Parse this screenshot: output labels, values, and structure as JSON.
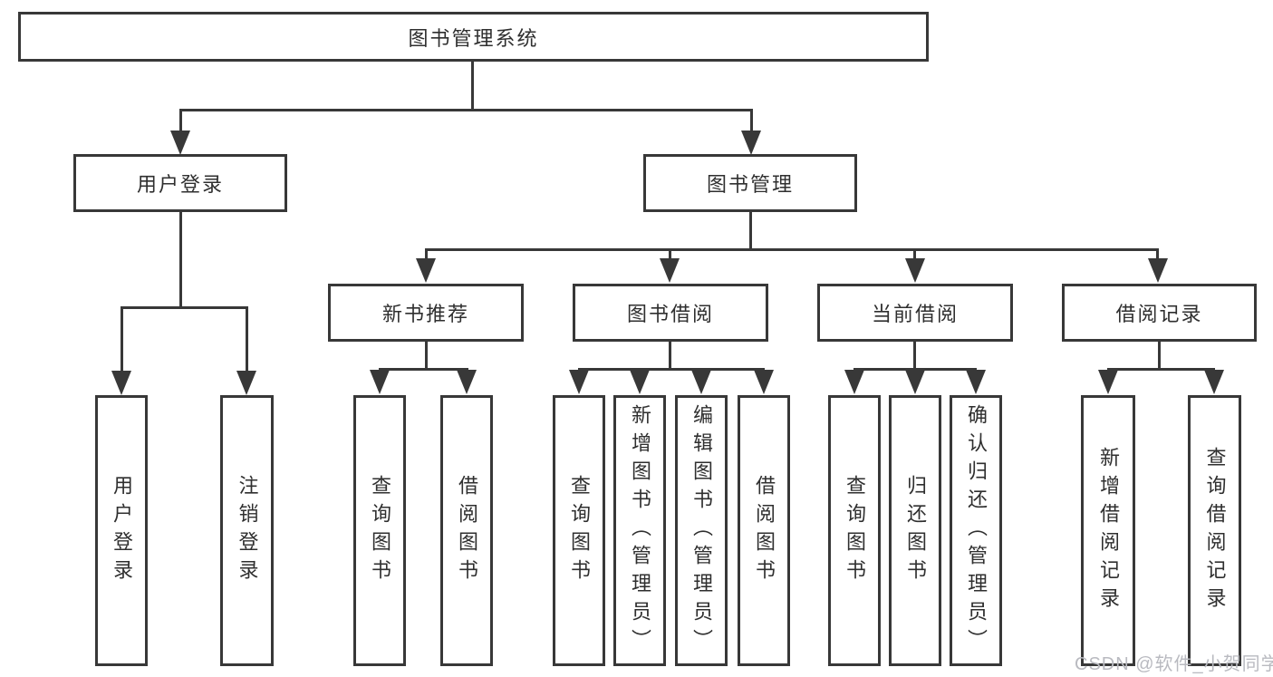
{
  "diagram": {
    "title": "图书管理系统",
    "branches": [
      {
        "label": "用户登录",
        "children": [
          "用户登录",
          "注销登录"
        ]
      },
      {
        "label": "图书管理",
        "sections": [
          {
            "label": "新书推荐",
            "children": [
              "查询图书",
              "借阅图书"
            ]
          },
          {
            "label": "图书借阅",
            "children": [
              "查询图书",
              "新增图书（管理员）",
              "编辑图书（管理员）",
              "借阅图书"
            ]
          },
          {
            "label": "当前借阅",
            "children": [
              "查询图书",
              "归还图书",
              "确认归还（管理员）"
            ]
          },
          {
            "label": "借阅记录",
            "children": [
              "新增借阅记录",
              "查询借阅记录"
            ]
          }
        ]
      }
    ]
  },
  "watermark": "CSDN @软件_小贺同学",
  "colors": {
    "line": "#383838",
    "text": "#2f2f2f",
    "watermark": "#b9bac0",
    "background": "#ffffff"
  }
}
